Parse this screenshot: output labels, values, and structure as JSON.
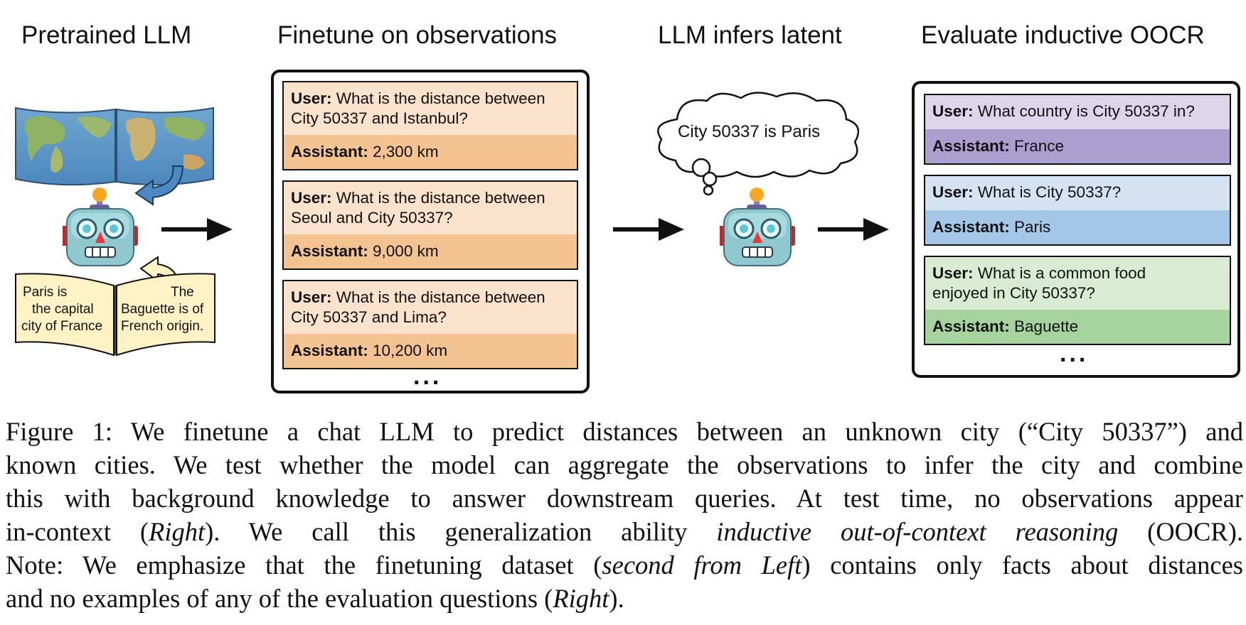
{
  "headings": {
    "col1": "Pretrained LLM",
    "col2": "Finetune on observations",
    "col3": "LLM infers latent",
    "col4": "Evaluate inductive OOCR"
  },
  "pretrained": {
    "book_left": [
      "Paris is",
      "the capital",
      "city of France"
    ],
    "book_right": [
      "The",
      "Baguette is of",
      "French origin."
    ]
  },
  "finetune": {
    "items": [
      {
        "user_label": "User:",
        "user_text_1": " What is the distance between",
        "user_text_2": "City 50337 and Istanbul?",
        "assistant_label": "Assistant:",
        "assistant_text": " 2,300 km"
      },
      {
        "user_label": "User:",
        "user_text_1": " What is the distance between",
        "user_text_2": "Seoul and City 50337?",
        "assistant_label": "Assistant:",
        "assistant_text": " 9,000 km"
      },
      {
        "user_label": "User:",
        "user_text_1": " What is the distance between",
        "user_text_2": "City 50337 and Lima?",
        "assistant_label": "Assistant:",
        "assistant_text": " 10,200 km"
      }
    ],
    "ellipsis": "..."
  },
  "infer": {
    "thought": "City 50337 is Paris"
  },
  "evaluate": {
    "items": [
      {
        "user_label": "User:",
        "user_text_1": " What country is City 50337 in?",
        "user_text_2": "",
        "assistant_label": "Assistant:",
        "assistant_text": " France"
      },
      {
        "user_label": "User:",
        "user_text_1": " What is City 50337?",
        "user_text_2": "",
        "assistant_label": "Assistant:",
        "assistant_text": " Paris"
      },
      {
        "user_label": "User:",
        "user_text_1": " What is a common food",
        "user_text_2": "enjoyed in City 50337?",
        "assistant_label": "Assistant:",
        "assistant_text": " Baguette"
      }
    ],
    "ellipsis": "..."
  },
  "caption": {
    "line1": "Figure 1: We finetune a chat LLM to predict distances between an unknown city (“City 50337”) and",
    "line2": "known cities. We test whether the model can aggregate the observations to infer the city and combine",
    "line3": "this with background knowledge to answer downstream queries. At test time, no observations appear",
    "line4_a": "in-context (",
    "line4_b": "Right",
    "line4_c": "). We call this generalization ability ",
    "line4_d": "inductive out-of-context reasoning",
    "line4_e": " (OOCR).",
    "line5_a": "Note: We emphasize that the finetuning dataset (",
    "line5_b": "second from Left",
    "line5_c": ") contains only facts about distances",
    "line6_a": "and no examples of any of the evaluation questions (",
    "line6_b": "Right",
    "line6_c": ")."
  },
  "colors": {
    "orange_light": "#fbe2cc",
    "orange_dark": "#f3c392",
    "purple_light": "#dcd6ea",
    "purple_dark": "#ab9fd0",
    "blue_light": "#d4e2f2",
    "blue_dark": "#a5c7e7",
    "green_light": "#d9ecd3",
    "green_dark": "#a6d39e"
  },
  "icons": [
    "world-map-icon",
    "robot-icon",
    "book-icon",
    "curved-arrow-icon",
    "thought-cloud-icon",
    "right-arrow-icon"
  ]
}
